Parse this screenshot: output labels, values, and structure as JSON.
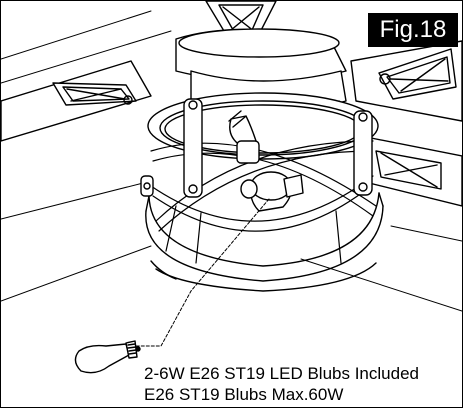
{
  "figure": {
    "label": "Fig.18"
  },
  "callout": {
    "line1": "2-6W E26 ST19 LED Blubs Included",
    "line2": "E26 ST19 Blubs Max.60W"
  }
}
